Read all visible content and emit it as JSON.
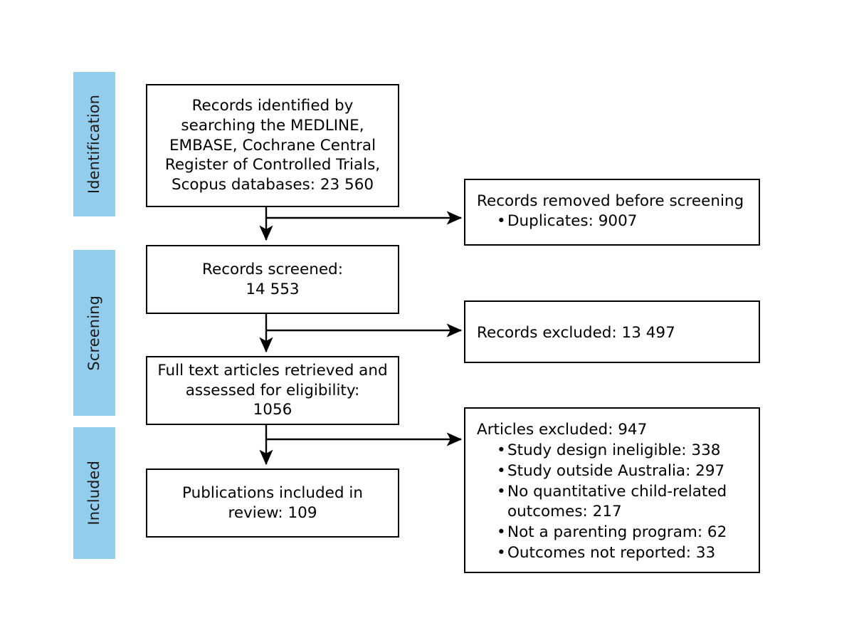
{
  "diagram": {
    "title": "PRISMA study selection flow diagram",
    "accent_color": "#92CDEE",
    "line_color": "#000000",
    "background": "#ffffff"
  },
  "stages": [
    {
      "label": "Identification"
    },
    {
      "label": "Screening"
    },
    {
      "label": "Included"
    }
  ],
  "flow_boxes": [
    {
      "id": "records-identified",
      "text": "Records identified by\nsearching the MEDLINE,\nEMBASE, Cochrane Central\nRegister of Controlled Trials,\nScopus databases: 23 560"
    },
    {
      "id": "records-screened",
      "text": "Records screened:\n14 553"
    },
    {
      "id": "full-text-assessed",
      "text": "Full text articles retrieved and\nassessed for eligibility:\n1056"
    },
    {
      "id": "publications-included",
      "text": "Publications included in\nreview: 109"
    }
  ],
  "exclusion_boxes": [
    {
      "id": "records-removed",
      "heading": "Records removed before screening",
      "items": [
        "Duplicates: 9007"
      ]
    },
    {
      "id": "records-excluded",
      "heading": "Records excluded: 13 497",
      "items": []
    },
    {
      "id": "articles-excluded",
      "heading": "Articles excluded: 947",
      "items": [
        "Study design ineligible: 338",
        "Study outside Australia: 297",
        "No quantitative child-related\n  outcomes: 217",
        "Not a parenting program: 62",
        "Outcomes not reported: 33"
      ]
    }
  ]
}
